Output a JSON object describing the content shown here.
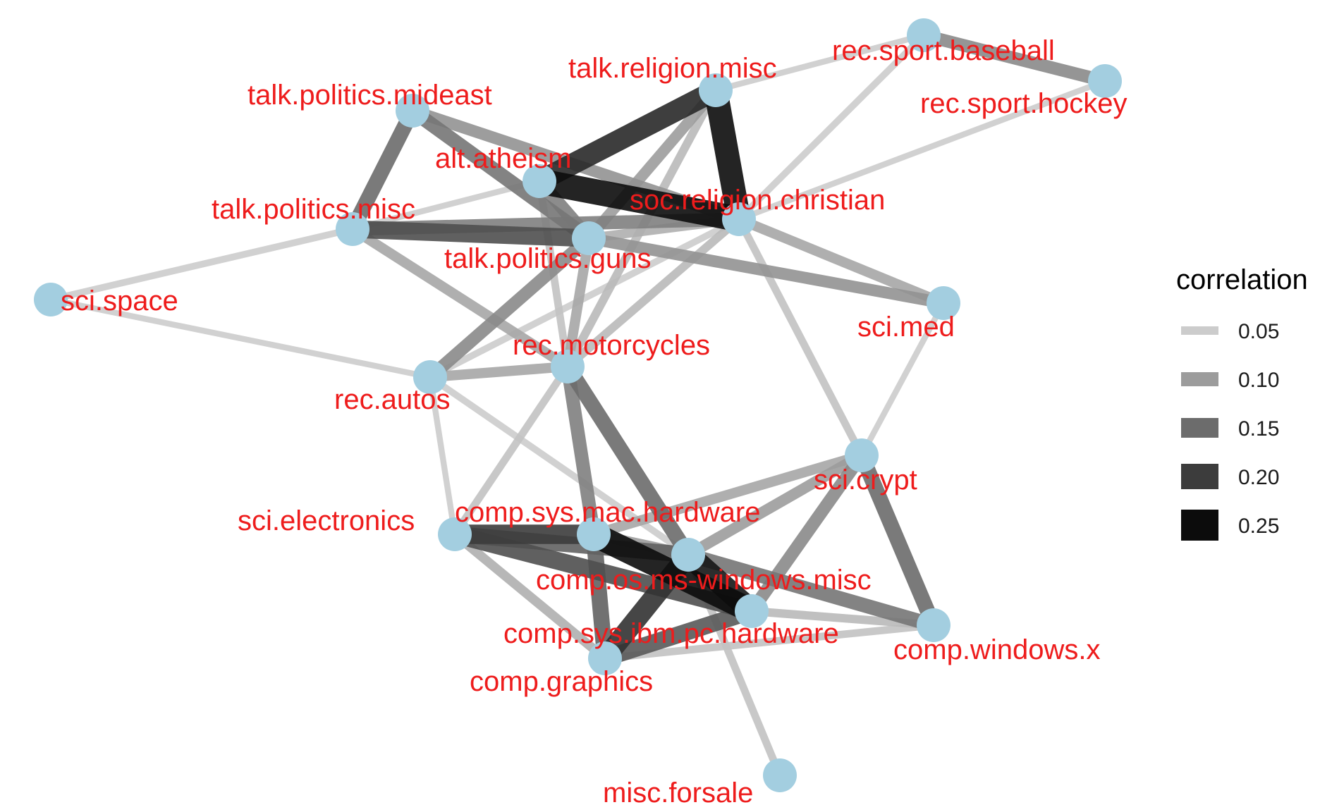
{
  "legend": {
    "title": "correlation",
    "items": [
      {
        "label": "0.05",
        "value": 0.05
      },
      {
        "label": "0.10",
        "value": 0.1
      },
      {
        "label": "0.15",
        "value": 0.15
      },
      {
        "label": "0.20",
        "value": 0.2
      },
      {
        "label": "0.25",
        "value": 0.25
      }
    ]
  },
  "colors": {
    "node_fill": "#a3cee0",
    "label_text": "#ee1c1c",
    "background": "#ffffff"
  },
  "nodes": [
    {
      "id": "rec.sport.baseball",
      "label": "rec.sport.baseball"
    },
    {
      "id": "rec.sport.hockey",
      "label": "rec.sport.hockey"
    },
    {
      "id": "talk.religion.misc",
      "label": "talk.religion.misc"
    },
    {
      "id": "talk.politics.mideast",
      "label": "talk.politics.mideast"
    },
    {
      "id": "alt.atheism",
      "label": "alt.atheism"
    },
    {
      "id": "soc.religion.christian",
      "label": "soc.religion.christian"
    },
    {
      "id": "talk.politics.misc",
      "label": "talk.politics.misc"
    },
    {
      "id": "talk.politics.guns",
      "label": "talk.politics.guns"
    },
    {
      "id": "sci.space",
      "label": "sci.space"
    },
    {
      "id": "sci.med",
      "label": "sci.med"
    },
    {
      "id": "rec.motorcycles",
      "label": "rec.motorcycles"
    },
    {
      "id": "rec.autos",
      "label": "rec.autos"
    },
    {
      "id": "sci.crypt",
      "label": "sci.crypt"
    },
    {
      "id": "sci.electronics",
      "label": "sci.electronics"
    },
    {
      "id": "comp.sys.mac.hardware",
      "label": "comp.sys.mac.hardware"
    },
    {
      "id": "comp.os.ms-windows.misc",
      "label": "comp.os.ms-windows.misc"
    },
    {
      "id": "comp.sys.ibm.pc.hardware",
      "label": "comp.sys.ibm.pc.hardware"
    },
    {
      "id": "comp.windows.x",
      "label": "comp.windows.x"
    },
    {
      "id": "comp.graphics",
      "label": "comp.graphics"
    },
    {
      "id": "misc.forsale",
      "label": "misc.forsale"
    }
  ],
  "edges": [
    {
      "source": "rec.sport.baseball",
      "target": "rec.sport.hockey",
      "correlation": 0.12
    },
    {
      "source": "rec.sport.baseball",
      "target": "talk.religion.misc",
      "correlation": 0.04
    },
    {
      "source": "rec.sport.baseball",
      "target": "soc.religion.christian",
      "correlation": 0.05
    },
    {
      "source": "rec.sport.hockey",
      "target": "soc.religion.christian",
      "correlation": 0.04
    },
    {
      "source": "talk.religion.misc",
      "target": "alt.atheism",
      "correlation": 0.22
    },
    {
      "source": "talk.religion.misc",
      "target": "soc.religion.christian",
      "correlation": 0.25
    },
    {
      "source": "talk.religion.misc",
      "target": "talk.politics.guns",
      "correlation": 0.1
    },
    {
      "source": "talk.religion.misc",
      "target": "rec.motorcycles",
      "correlation": 0.07
    },
    {
      "source": "alt.atheism",
      "target": "soc.religion.christian",
      "correlation": 0.27
    },
    {
      "source": "alt.atheism",
      "target": "talk.politics.misc",
      "correlation": 0.04
    },
    {
      "source": "alt.atheism",
      "target": "talk.politics.guns",
      "correlation": 0.13
    },
    {
      "source": "alt.atheism",
      "target": "rec.motorcycles",
      "correlation": 0.06
    },
    {
      "source": "talk.politics.mideast",
      "target": "talk.politics.misc",
      "correlation": 0.15
    },
    {
      "source": "talk.politics.mideast",
      "target": "soc.religion.christian",
      "correlation": 0.11
    },
    {
      "source": "talk.politics.mideast",
      "target": "talk.politics.guns",
      "correlation": 0.14
    },
    {
      "source": "talk.politics.misc",
      "target": "talk.politics.guns",
      "correlation": 0.18
    },
    {
      "source": "talk.politics.misc",
      "target": "soc.religion.christian",
      "correlation": 0.13
    },
    {
      "source": "talk.politics.misc",
      "target": "sci.space",
      "correlation": 0.05
    },
    {
      "source": "talk.politics.misc",
      "target": "rec.motorcycles",
      "correlation": 0.09
    },
    {
      "source": "talk.politics.guns",
      "target": "soc.religion.christian",
      "correlation": 0.08
    },
    {
      "source": "talk.politics.guns",
      "target": "sci.med",
      "correlation": 0.11
    },
    {
      "source": "talk.politics.guns",
      "target": "rec.autos",
      "correlation": 0.12
    },
    {
      "source": "talk.politics.guns",
      "target": "rec.motorcycles",
      "correlation": 0.09
    },
    {
      "source": "soc.religion.christian",
      "target": "sci.med",
      "correlation": 0.09
    },
    {
      "source": "soc.religion.christian",
      "target": "sci.crypt",
      "correlation": 0.06
    },
    {
      "source": "soc.religion.christian",
      "target": "rec.motorcycles",
      "correlation": 0.07
    },
    {
      "source": "soc.religion.christian",
      "target": "rec.autos",
      "correlation": 0.05
    },
    {
      "source": "sci.space",
      "target": "rec.autos",
      "correlation": 0.04
    },
    {
      "source": "sci.med",
      "target": "sci.crypt",
      "correlation": 0.04
    },
    {
      "source": "rec.autos",
      "target": "rec.motorcycles",
      "correlation": 0.09
    },
    {
      "source": "rec.autos",
      "target": "sci.electronics",
      "correlation": 0.04
    },
    {
      "source": "rec.autos",
      "target": "comp.os.ms-windows.misc",
      "correlation": 0.05
    },
    {
      "source": "rec.motorcycles",
      "target": "sci.electronics",
      "correlation": 0.06
    },
    {
      "source": "rec.motorcycles",
      "target": "comp.sys.mac.hardware",
      "correlation": 0.13
    },
    {
      "source": "rec.motorcycles",
      "target": "comp.os.ms-windows.misc",
      "correlation": 0.15
    },
    {
      "source": "sci.crypt",
      "target": "comp.os.ms-windows.misc",
      "correlation": 0.1
    },
    {
      "source": "sci.crypt",
      "target": "comp.sys.mac.hardware",
      "correlation": 0.09
    },
    {
      "source": "sci.crypt",
      "target": "comp.sys.ibm.pc.hardware",
      "correlation": 0.12
    },
    {
      "source": "sci.crypt",
      "target": "comp.windows.x",
      "correlation": 0.15
    },
    {
      "source": "sci.electronics",
      "target": "comp.sys.mac.hardware",
      "correlation": 0.2
    },
    {
      "source": "sci.electronics",
      "target": "comp.sys.ibm.pc.hardware",
      "correlation": 0.18
    },
    {
      "source": "sci.electronics",
      "target": "comp.graphics",
      "correlation": 0.08
    },
    {
      "source": "sci.electronics",
      "target": "comp.os.ms-windows.misc",
      "correlation": 0.16
    },
    {
      "source": "comp.sys.mac.hardware",
      "target": "comp.sys.ibm.pc.hardware",
      "correlation": 0.26
    },
    {
      "source": "comp.sys.mac.hardware",
      "target": "comp.graphics",
      "correlation": 0.16
    },
    {
      "source": "comp.sys.mac.hardware",
      "target": "comp.os.ms-windows.misc",
      "correlation": 0.1
    },
    {
      "source": "comp.os.ms-windows.misc",
      "target": "comp.graphics",
      "correlation": 0.21
    },
    {
      "source": "comp.os.ms-windows.misc",
      "target": "comp.sys.ibm.pc.hardware",
      "correlation": 0.24
    },
    {
      "source": "comp.os.ms-windows.misc",
      "target": "comp.windows.x",
      "correlation": 0.14
    },
    {
      "source": "comp.os.ms-windows.misc",
      "target": "misc.forsale",
      "correlation": 0.06
    },
    {
      "source": "comp.sys.ibm.pc.hardware",
      "target": "comp.windows.x",
      "correlation": 0.07
    },
    {
      "source": "comp.sys.ibm.pc.hardware",
      "target": "comp.graphics",
      "correlation": 0.17
    },
    {
      "source": "comp.graphics",
      "target": "comp.windows.x",
      "correlation": 0.06
    }
  ]
}
